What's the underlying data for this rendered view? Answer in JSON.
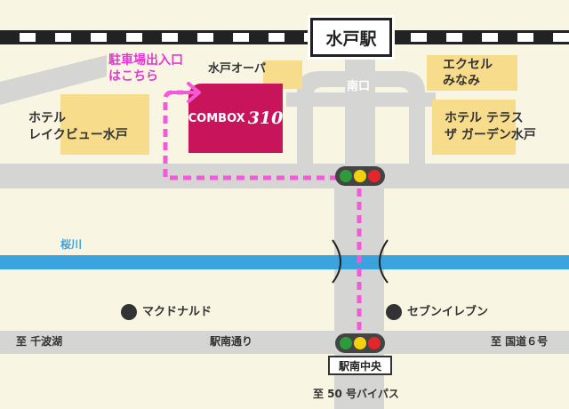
{
  "station": {
    "name": "水戸駅",
    "exit": "南口"
  },
  "parking": {
    "label": "駐車場出入口\nはこちら"
  },
  "combox": {
    "name_text": "COMBOX",
    "name_num": "310"
  },
  "buildings": {
    "oppa": "水戸オーパ",
    "hotel_lake": "ホテル\nレイクビュー水戸",
    "excel": "エクセル\nみなみ",
    "hotel_terrace": "ホテル テラス\nザ ガーデン水戸"
  },
  "river": {
    "name": "桜川"
  },
  "shops": {
    "mcd": "マクドナルド",
    "seven": "セブンイレブン"
  },
  "roads": {
    "west": "至 千波湖",
    "main": "駅南通り",
    "east": "至 国道６号",
    "south": "至 50 号バイパス"
  },
  "intersection": {
    "name": "駅南中央"
  },
  "colors": {
    "background": "#f8f6e2",
    "road": "#d5d5d3",
    "building": "#f7dc8c",
    "combox": "#c8145a",
    "route": "#f25bd8",
    "river": "#3aa3de",
    "signal_green": "#2e9b3a",
    "signal_yellow": "#f3d20d",
    "signal_red": "#e3262b"
  }
}
